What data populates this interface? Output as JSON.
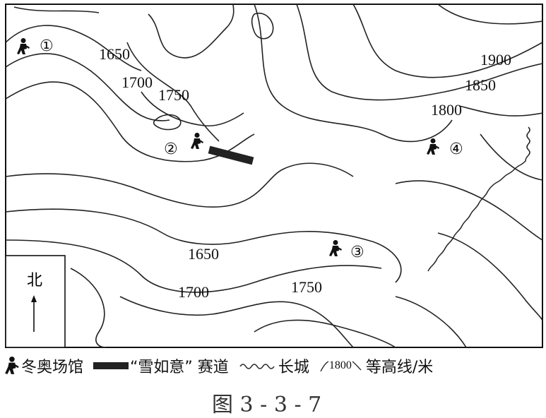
{
  "map": {
    "contour_labels": [
      "1650",
      "1700",
      "1750",
      "1900",
      "1850",
      "1800",
      "1650",
      "1700",
      "1750"
    ],
    "sites": [
      "①",
      "②",
      "③",
      "④"
    ],
    "north_label": "北"
  },
  "legend": {
    "venue_label": "冬奥场馆",
    "track_label": "“雪如意” 赛道",
    "wall_label": "长城",
    "contour_sample_value": "1800",
    "contour_label": "等高线/米"
  },
  "caption": "图 3 - 3 - 7",
  "colors": {
    "line": "#222222",
    "track": "#222222",
    "background": "#ffffff"
  }
}
